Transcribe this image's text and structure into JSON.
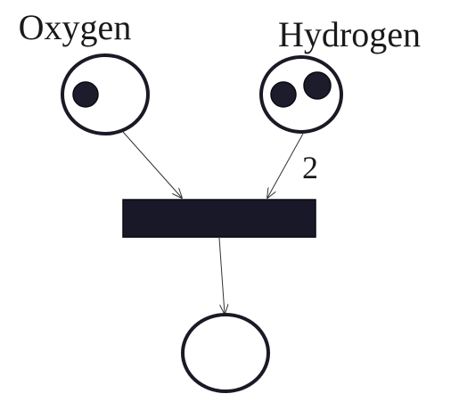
{
  "diagram": {
    "places": [
      {
        "id": "oxygen",
        "label": "Oxygen",
        "tokens": 1
      },
      {
        "id": "hydrogen",
        "label": "Hydrogen",
        "tokens": 2
      },
      {
        "id": "output",
        "label": "",
        "tokens": 0
      }
    ],
    "transitions": [
      {
        "id": "t1"
      }
    ],
    "arcs": [
      {
        "from": "oxygen",
        "to": "t1",
        "weight": ""
      },
      {
        "from": "hydrogen",
        "to": "t1",
        "weight": "2"
      },
      {
        "from": "t1",
        "to": "output",
        "weight": ""
      }
    ],
    "colors": {
      "token": "#1c1c2c",
      "transition": "#181828",
      "outline": "#1a1a26"
    }
  }
}
